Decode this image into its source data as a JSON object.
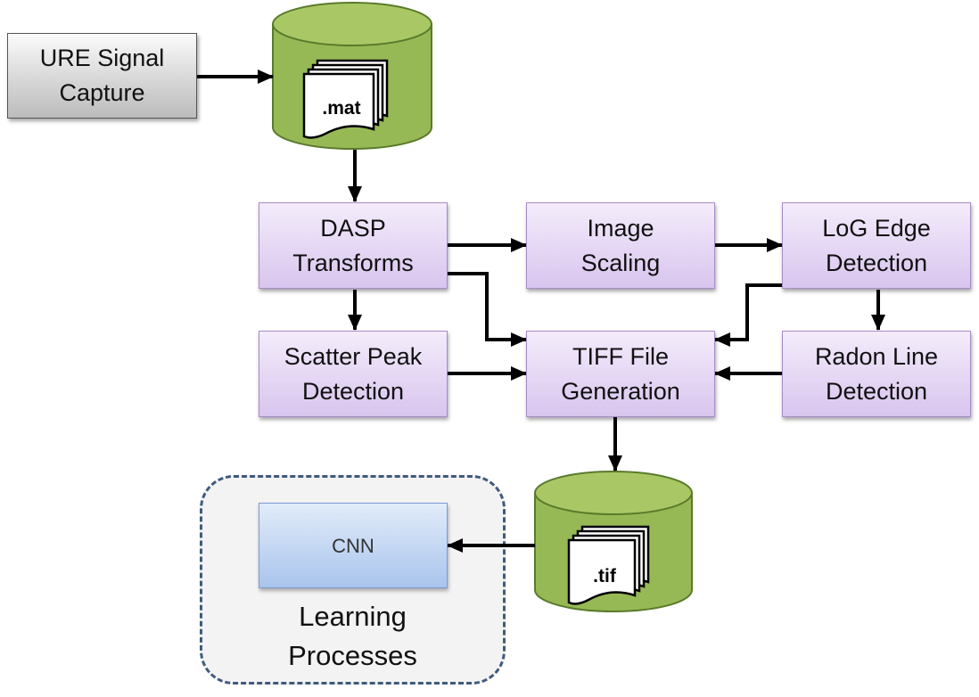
{
  "nodes": {
    "ure_capture": {
      "lines": [
        "URE Signal",
        "Capture"
      ]
    },
    "mat_db": {
      "ext": ".mat"
    },
    "dasp": {
      "lines": [
        "DASP",
        "Transforms"
      ]
    },
    "image_scaling": {
      "lines": [
        "Image",
        "Scaling"
      ]
    },
    "log_edge": {
      "lines": [
        "LoG Edge",
        "Detection"
      ]
    },
    "scatter_peak": {
      "lines": [
        "Scatter Peak",
        "Detection"
      ]
    },
    "tiff_gen": {
      "lines": [
        "TIFF File",
        "Generation"
      ]
    },
    "radon_line": {
      "lines": [
        "Radon Line",
        "Detection"
      ]
    },
    "tif_db": {
      "ext": ".tif"
    },
    "cnn": {
      "label": "CNN"
    }
  },
  "group": {
    "lines": [
      "Learning",
      "Processes"
    ]
  },
  "colors": {
    "cylinder_fill": "#97b955",
    "cylinder_top": "#a9c865",
    "cylinder_stroke": "#5a7a2c",
    "arrow": "#000000",
    "group_border": "#3f5a7e"
  },
  "edges": [
    {
      "from": "ure_capture",
      "to": "mat_db"
    },
    {
      "from": "mat_db",
      "to": "dasp"
    },
    {
      "from": "dasp",
      "to": "image_scaling"
    },
    {
      "from": "image_scaling",
      "to": "log_edge"
    },
    {
      "from": "dasp",
      "to": "scatter_peak"
    },
    {
      "from": "dasp",
      "to": "tiff_gen"
    },
    {
      "from": "log_edge",
      "to": "tiff_gen"
    },
    {
      "from": "log_edge",
      "to": "radon_line"
    },
    {
      "from": "scatter_peak",
      "to": "tiff_gen"
    },
    {
      "from": "radon_line",
      "to": "tiff_gen"
    },
    {
      "from": "tiff_gen",
      "to": "tif_db"
    },
    {
      "from": "tif_db",
      "to": "cnn"
    }
  ]
}
